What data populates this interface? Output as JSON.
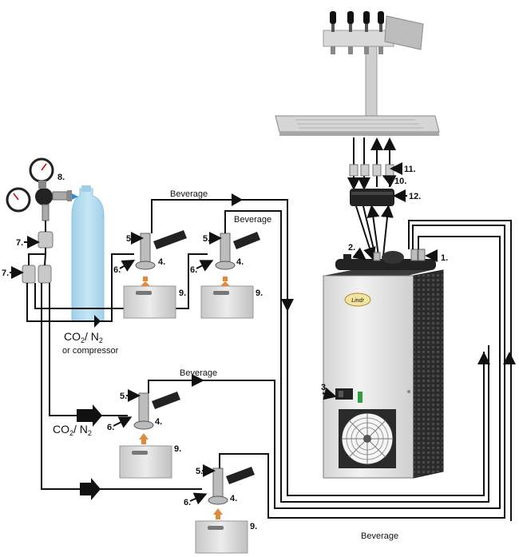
{
  "labels": {
    "n1": "1.",
    "n2": "2.",
    "n3": "3.",
    "n4": "4.",
    "n5": "5.",
    "n6": "6.",
    "n7": "7.",
    "n8": "8.",
    "n9": "9.",
    "n10": "10.",
    "n11": "11.",
    "n12": "12."
  },
  "beverage_label": "Beverage",
  "gas": {
    "main_prefix": "CO",
    "main_sub": "2",
    "main_sep": "/ N",
    "main_sub2": "2",
    "compressor": "or compressor"
  },
  "brand_logo": "Lindr",
  "colors": {
    "cylinder": "#b9dcee",
    "cooler_body": "#e6e6e6",
    "cooler_side": "#2b2b2b",
    "keg": "#d8d8d8",
    "gas_arrow": "#e08a3c",
    "line": "#111111",
    "indicator": "#2e9e3e"
  }
}
